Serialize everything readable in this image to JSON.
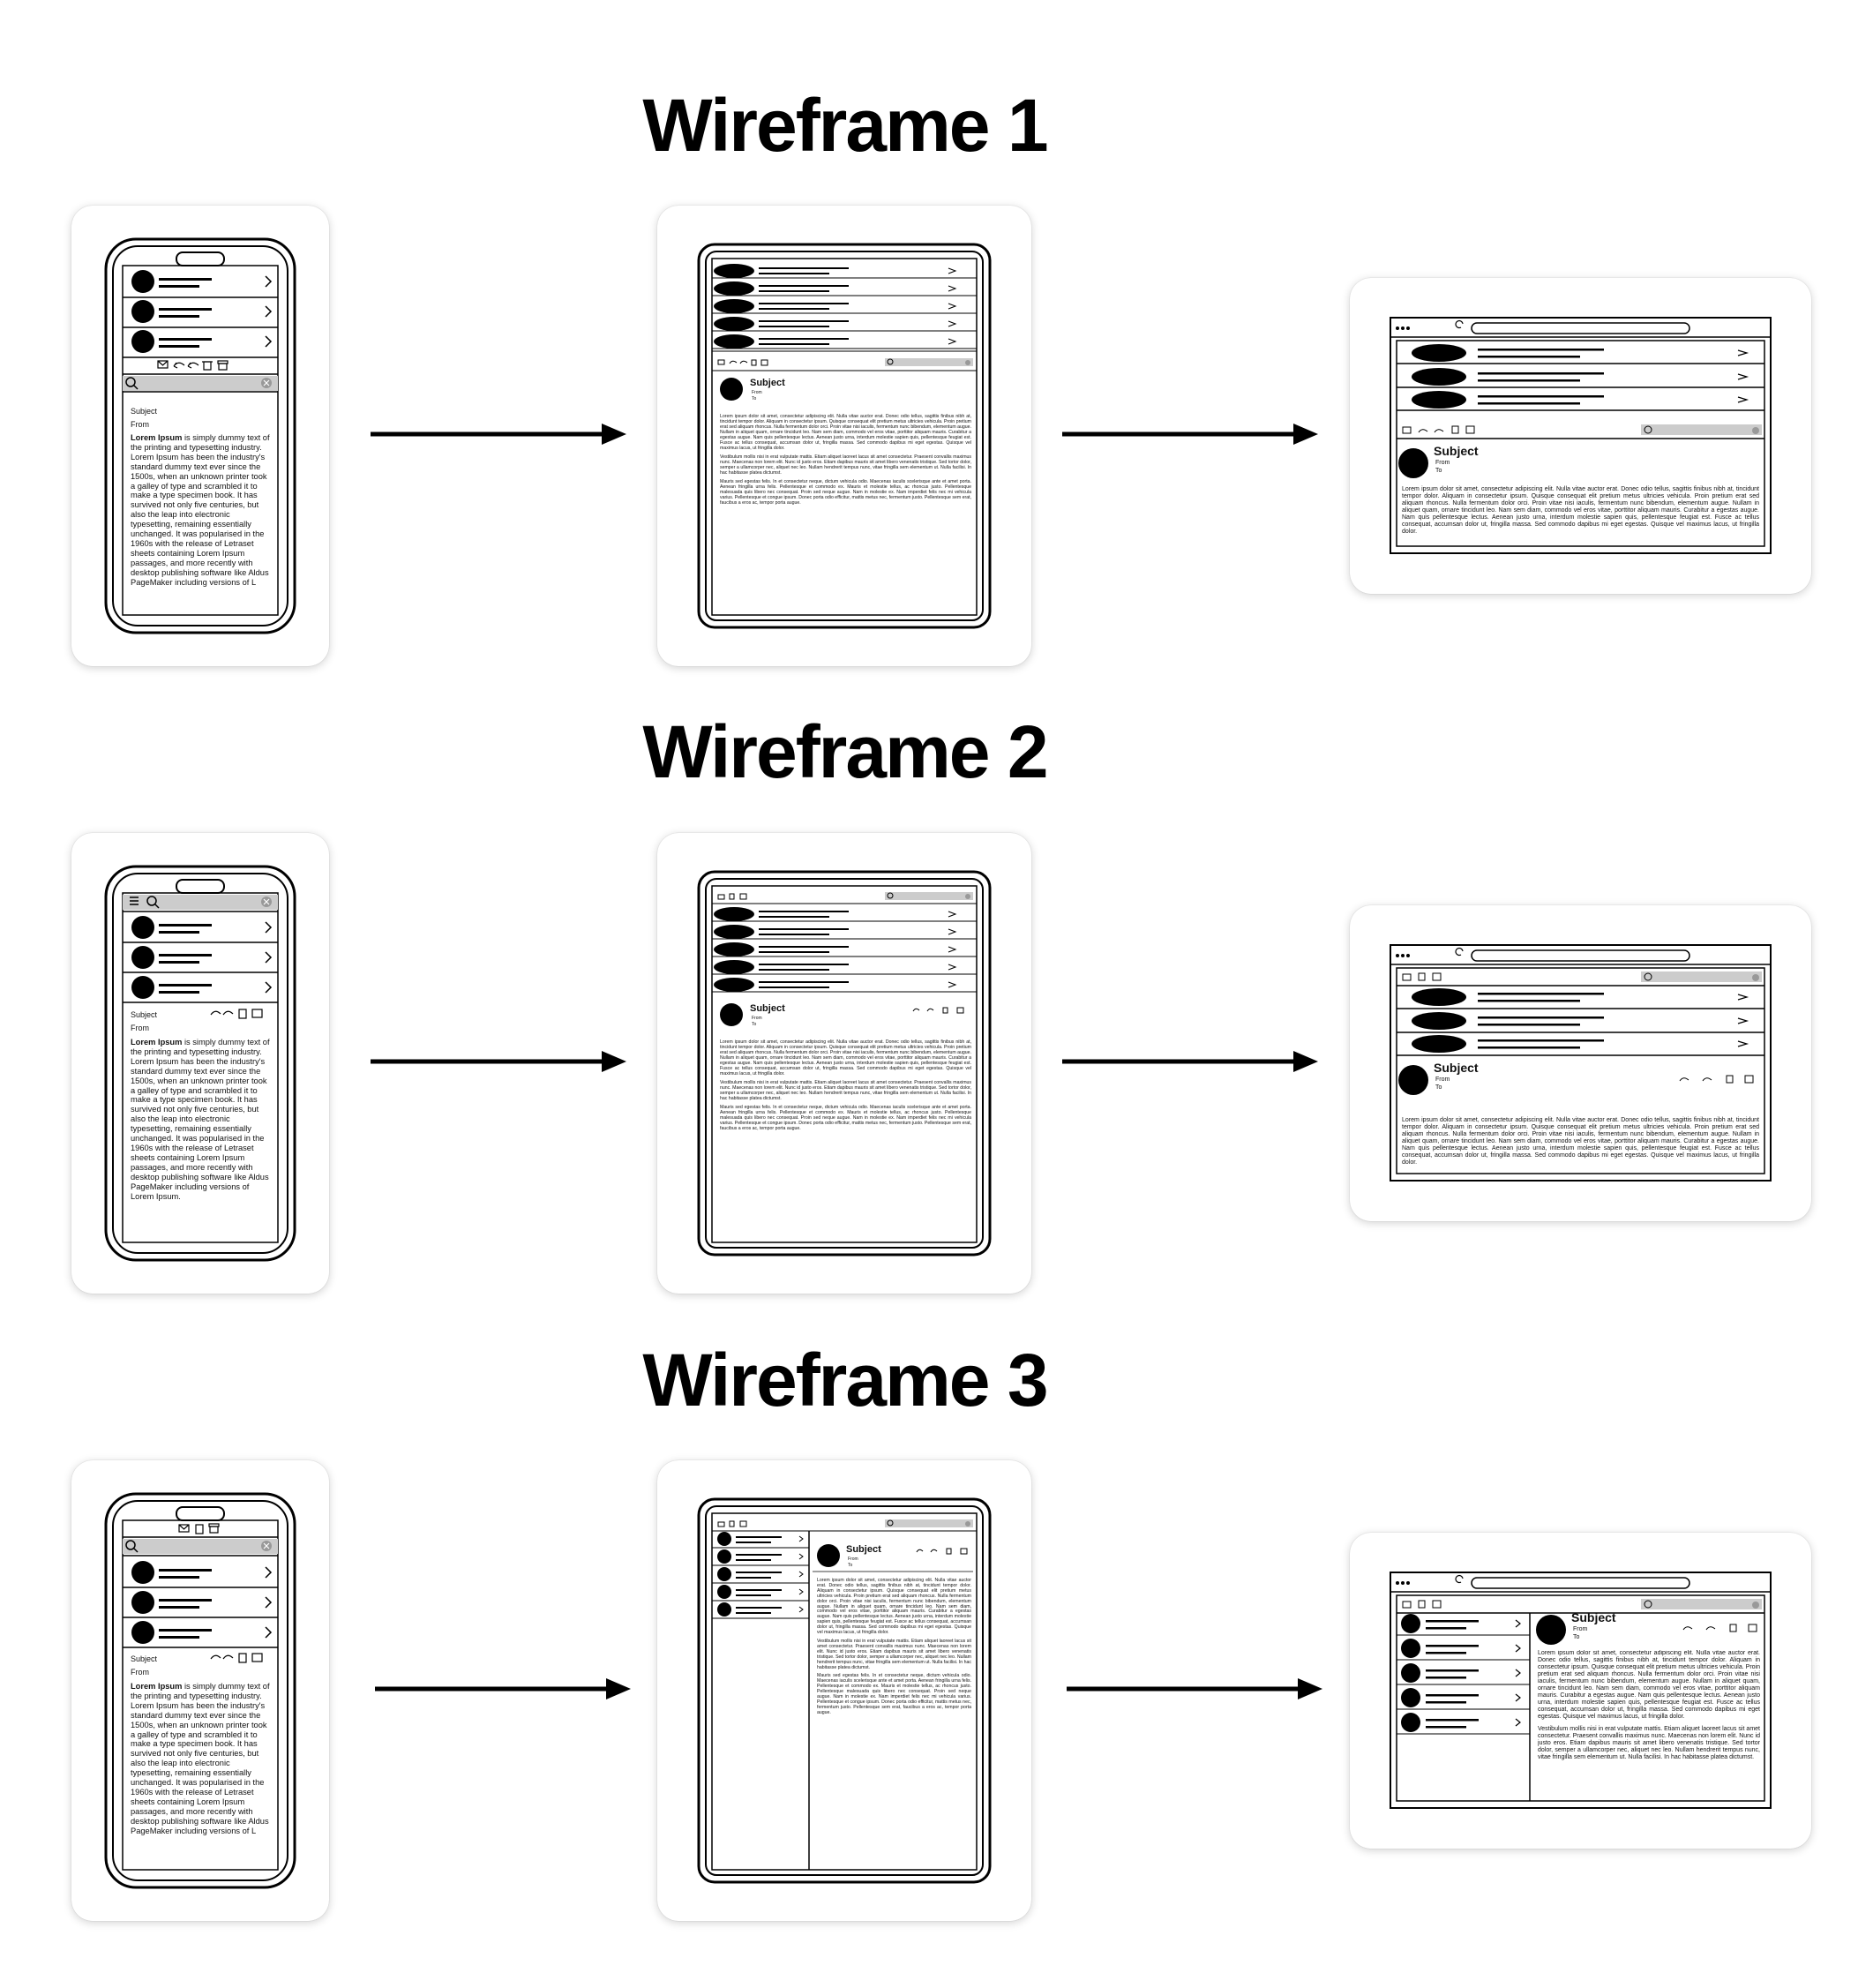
{
  "titles": [
    "Wireframe 1",
    "Wireframe 2",
    "Wireframe 3"
  ],
  "email": {
    "subject": "Subject",
    "from": "From",
    "to": "To",
    "mobile_body_lead": "Lorem Ipsum",
    "mobile_body_rest_1": " is simply dummy text of the printing and typesetting industry. Lorem Ipsum has been the industry's standard dummy text ever since the 1500s, when an unknown printer took a galley of type and scrambled it to make a type specimen book. It has survived not only five centuries, but also the leap into electronic typesetting, remaining essentially unchanged. It was popularised in the 1960s with the release of Letraset sheets containing Lorem Ipsum passages, and more recently with desktop publishing software like Aldus PageMaker including versions of L",
    "mobile_body_rest_2": " is simply dummy text of the printing and typesetting industry. Lorem Ipsum has been the industry's standard dummy text ever since the 1500s, when an unknown printer took a galley of type and scrambled it to make a type specimen book. It has survived not only five centuries, but also the leap into electronic typesetting, remaining essentially unchanged. It was popularised in the 1960s with the release of Letraset sheets containing Lorem Ipsum passages, and more recently with desktop publishing software like Aldus PageMaker including versions of Lorem Ipsum.",
    "para_1": "Lorem ipsum dolor sit amet, consectetur adipiscing elit. Nulla vitae auctor erat. Donec odio tellus, sagittis finibus nibh at, tincidunt tempor dolor. Aliquam in consectetur ipsum. Quisque consequat elit pretium metus ultricies vehicula. Proin pretium erat sed aliquam rhoncus. Nulla fermentum dolor orci. Proin vitae nisi iaculis, fermentum nunc bibendum, elementum augue. Nullam in aliquet quam, ornare tincidunt leo. Nam sem diam, commodo vel eros vitae, porttitor aliquam mauris. Curabitur a egestas augue. Nam quis pellentesque lectus. Aenean justo urna, interdum molestie sapien quis, pellentesque feugiat est. Fusce ac tellus consequat, accumsan dolor ut, fringilla massa. Sed commodo dapibus mi eget egestas. Quisque vel maximus lacus, ut fringilla dolor.",
    "para_2": "Vestibulum mollis nisi in erat vulputate mattis. Etiam aliquet laoreet lacus sit amet consectetur. Praesent convallis maximus nunc. Maecenas non lorem elit. Nunc id justo eros. Etiam dapibus mauris sit amet libero venenatis tristique. Sed tortor dolor, semper a ullamcorper nec, aliquet nec leo. Nullam hendrerit tempus nunc, vitae fringilla sem elementum ut. Nulla facilisi. In hac habitasse platea dictumst.",
    "para_3": "Mauris sed egestas felis. In et consectetur neque, dictum vehicula odio. Maecenas iaculis scelerisque ante et amet porta. Aenean fringilla urna felis. Pellentesque et commodo ex. Mauris et molestie tellus, ac rhoncus justo. Pellentesque malesuada quis libero nec consequat. Proin sed neque augue. Nam in molestie ex. Nam imperdiet felis nec mi vehicula varius. Pellentesque et congue ipsum. Donec porta odio efficitur, mattis metus nec, fermentum justo. Pellentesque sem erat, faucibus a eros ac, tempor porta augue."
  },
  "icons": [
    "mail-icon",
    "reply-icon",
    "reply-all-icon",
    "trash-icon",
    "archive-icon",
    "search-icon",
    "clear-icon",
    "menu-icon",
    "chevron-right-icon",
    "reload-icon",
    "arrow-right-icon"
  ],
  "colors": {
    "ink": "#000000",
    "card": "#ffffff",
    "bar": "#cccccc"
  }
}
